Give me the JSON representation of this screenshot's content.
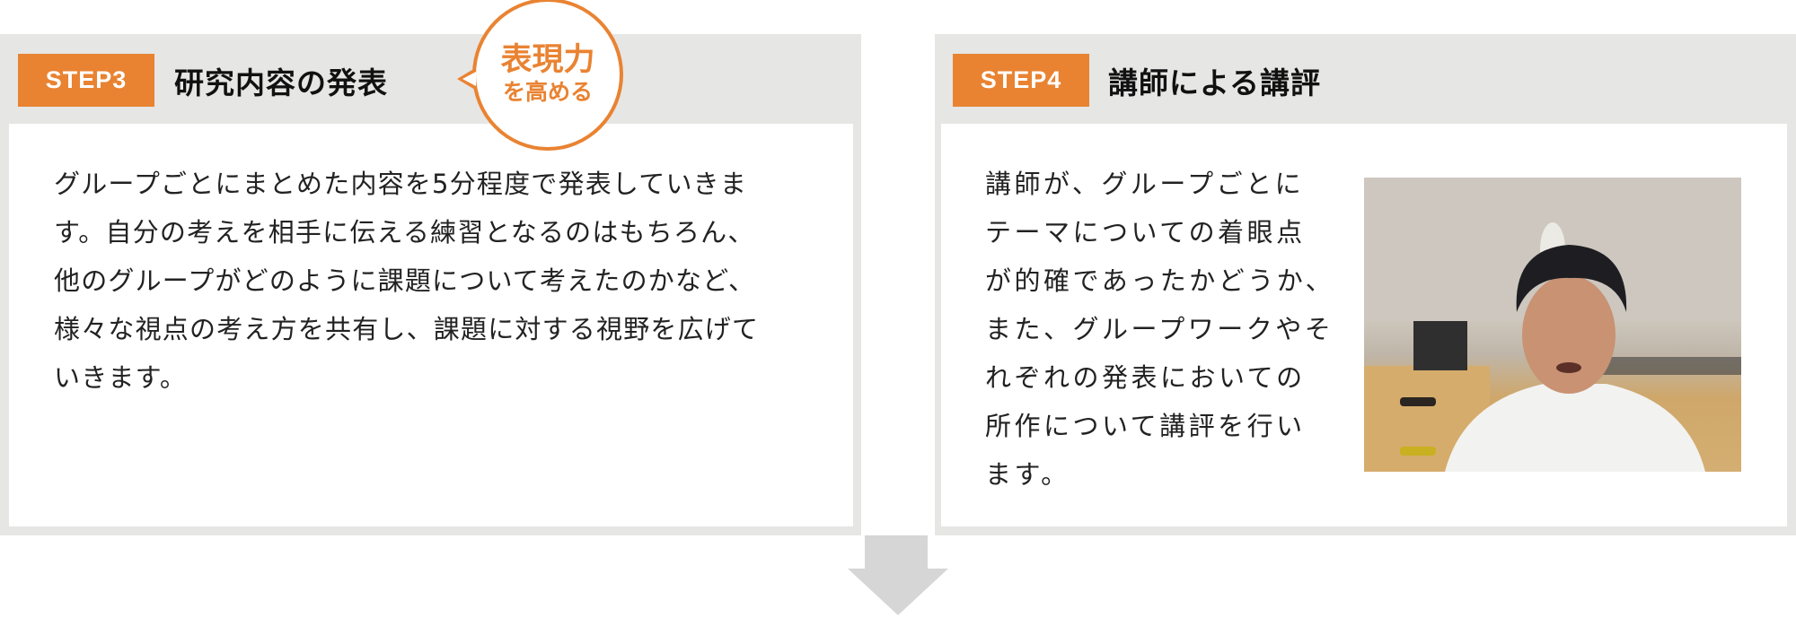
{
  "step3": {
    "badge": "STEP3",
    "title": "研究内容の発表",
    "bubble": {
      "line1": "表現力",
      "line2": "を高める"
    },
    "body_lines": [
      "グループごとにまとめた内容を5分程度で発表していきま",
      "す。自分の考えを相手に伝える練習となるのはもちろん、",
      "他のグループがどのように課題について考えたのかなど、",
      "様々な視点の考え方を共有し、課題に対する視野を広げて",
      "いきます。"
    ]
  },
  "step4": {
    "badge": "STEP4",
    "title": "講師による講評",
    "body_lines": [
      "講師が、グループごとに",
      "テーマについての着眼点",
      "が的確であったかどうか、",
      "また、グループワークやそ",
      "れぞれの発表においての",
      "所作について講評を行い",
      "ます。"
    ]
  },
  "colors": {
    "accent": "#e98332",
    "panel": "#e6e6e5"
  }
}
